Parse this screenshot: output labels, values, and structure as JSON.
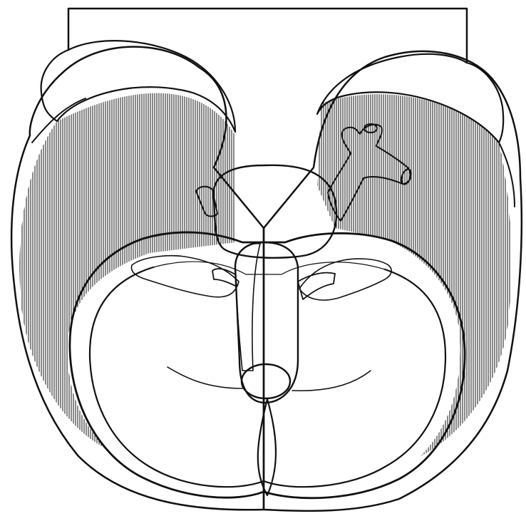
{
  "figure": {
    "kind": "line-drawing",
    "subject": "anatomical-illustration-inferior-view",
    "labels": [],
    "colors": {
      "ink": "#111111",
      "paper": "#ffffff"
    },
    "fill_patterns": {
      "cerebrum": "vertical-hatching",
      "cerebellum-rim": "horizontal-hatching",
      "cerebellum-body": "stippling",
      "pons": "diagonal-hatching",
      "medulla": "diagonal-hatching",
      "flocculus": "cross-stippling"
    }
  }
}
